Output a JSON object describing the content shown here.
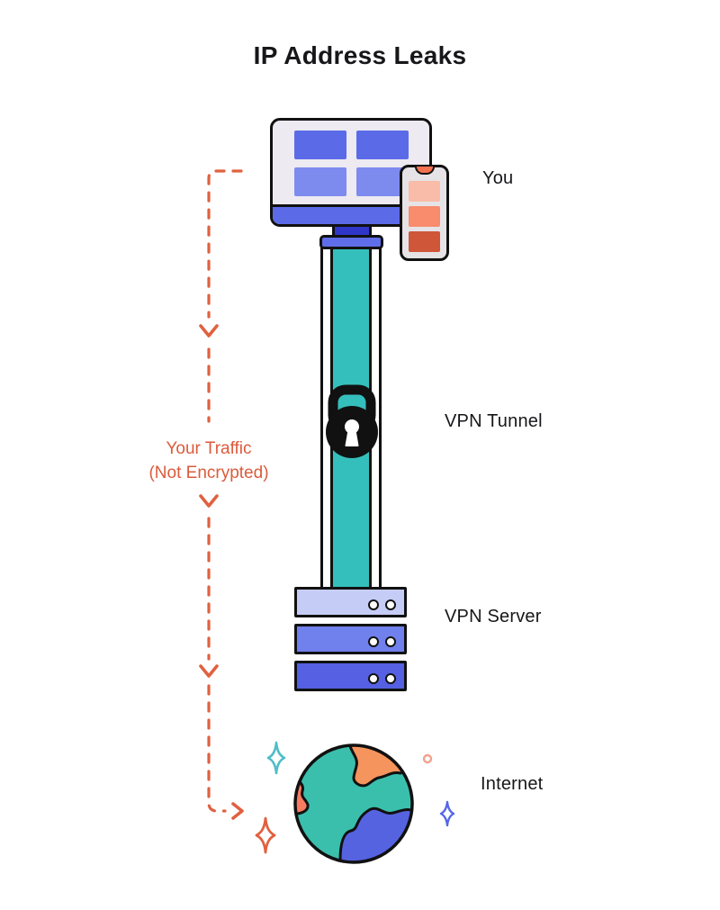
{
  "title": "IP Address Leaks",
  "nodes": {
    "you": {
      "label": "You"
    },
    "vpn_tunnel": {
      "label": "VPN Tunnel"
    },
    "vpn_server": {
      "label": "VPN Server"
    },
    "internet": {
      "label": "Internet"
    }
  },
  "traffic_note": {
    "line1": "Your Traffic",
    "line2": "(Not Encrypted)"
  },
  "icons": {
    "monitor-icon": "desktop computer with four app windows",
    "smartphone-icon": "phone with three content tiles",
    "lock-icon": "closed padlock on tunnel",
    "server-icon": "three-tier server rack with indicator lights",
    "earth-icon": "globe with continents",
    "sparkle-icon": "four-point star decoration",
    "arrow-down-icon": "downward chevron on dashed path",
    "arrow-right-icon": "rightward chevron at path end"
  },
  "colors": {
    "background": "#FFFFFF",
    "text_black": "#17171A",
    "outline_black": "#111111",
    "accent_coral_text": "#DC5B3C",
    "dashed_path_coral": "#E0613F",
    "tunnel_teal": "#35BFBC",
    "screen_tile_dark_blue": "#5B6BE8",
    "screen_tile_light_blue": "#7D8BEF",
    "monitor_stand_blue": "#3036C8",
    "tunnel_cap_blue": "#5F6DE9",
    "server_row_light": "#C5CDF6",
    "server_row_mid": "#7080EC",
    "server_row_dark": "#5560E2",
    "phone_tile_light": "#F9BCA8",
    "phone_tile_mid": "#F88C6D",
    "phone_tile_dark": "#CF5639",
    "phone_notch_orange": "#F4714F",
    "globe_ocean_teal": "#3ABFAD",
    "globe_continent_orange": "#F5945C",
    "globe_continent_salmon": "#F87B61",
    "globe_continent_blue": "#5563E1",
    "sparkle_teal": "#4FBEC6",
    "sparkle_coral": "#E2603E",
    "sparkle_blue": "#5566E8",
    "ring_coral": "#F2A18E"
  }
}
